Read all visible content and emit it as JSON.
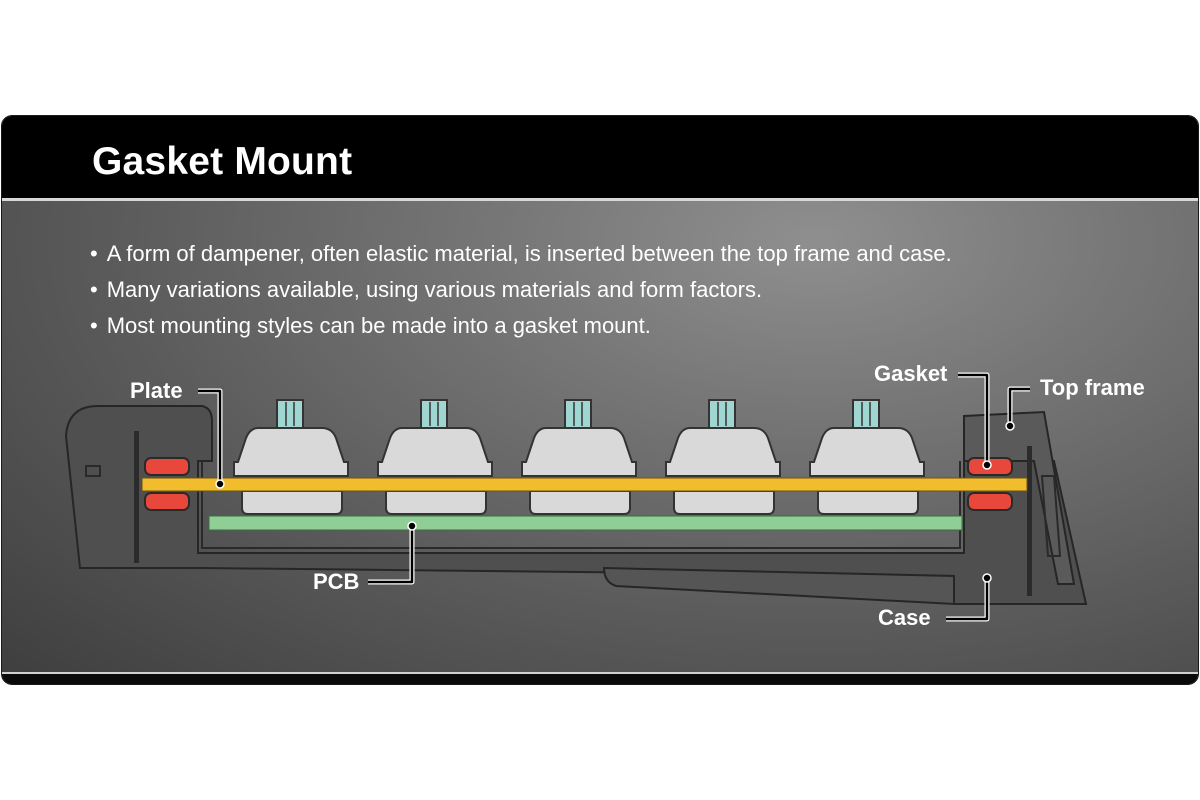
{
  "title": "Gasket Mount",
  "bullets": [
    "A form of dampener, often elastic material, is inserted between the top frame and case.",
    "Many variations available, using various materials and form factors.",
    "Most mounting styles can be made into a gasket mount."
  ],
  "labels": {
    "plate": "Plate",
    "gasket": "Gasket",
    "top_frame": "Top frame",
    "pcb": "PCB",
    "case": "Case"
  },
  "colors": {
    "plate": "#f2bd2c",
    "pcb": "#8fcf95",
    "gasket": "#e8473c",
    "switch_housing": "#d9d9d9",
    "switch_stem": "#9fd6d2",
    "case": "#505050"
  }
}
